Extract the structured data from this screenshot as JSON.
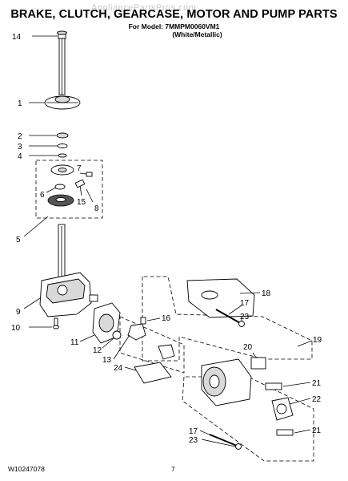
{
  "header": {
    "title": "BRAKE, CLUTCH, GEARCASE, MOTOR AND PUMP PARTS",
    "model_line": "For Model: 7MMPM0060VM1",
    "finish_line": "(White/Metallic)",
    "watermark": "AppliancePartsPros.com"
  },
  "callouts": [
    "14",
    "1",
    "2",
    "3",
    "4",
    "7",
    "6",
    "15",
    "8",
    "5",
    "9",
    "10",
    "18",
    "17",
    "23",
    "16",
    "11",
    "12",
    "13",
    "24",
    "20",
    "19",
    "21",
    "22",
    "17",
    "23",
    "21"
  ],
  "footer": {
    "doc_code": "W10247078",
    "page_number": "7"
  },
  "colors": {
    "line": "#000000",
    "part_fill": "#ffffff",
    "shade": "#d9d9d9",
    "dark": "#555555",
    "watermark": "#c9c9c9"
  }
}
